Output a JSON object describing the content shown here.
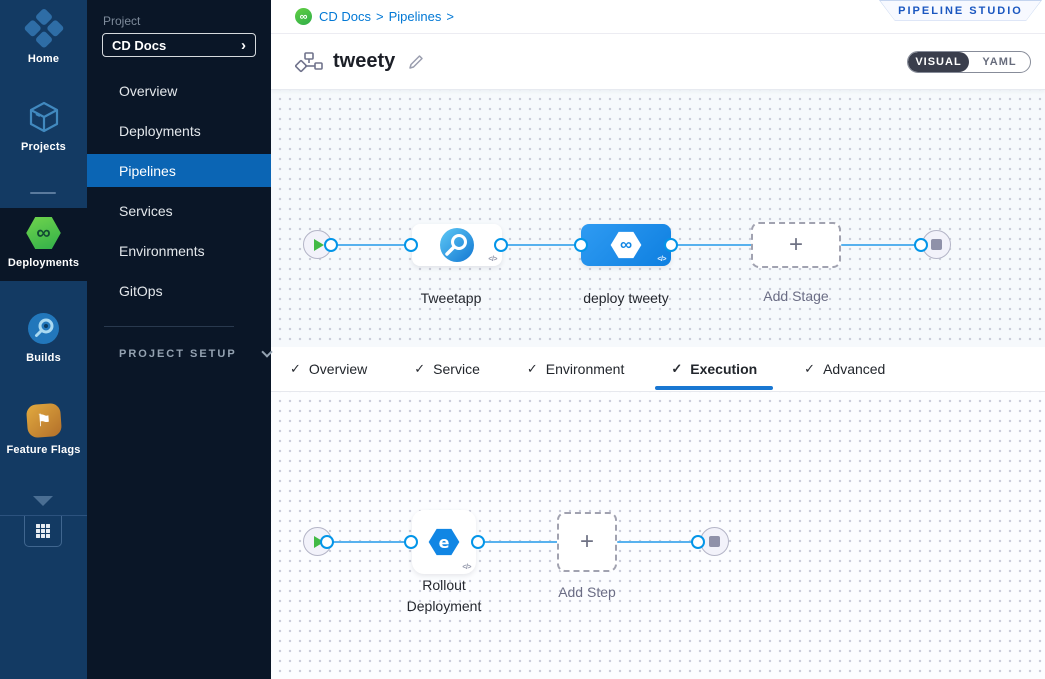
{
  "icons": {
    "infinity": "∞",
    "check": "✓",
    "plus": "+",
    "chevron_right": "›",
    "flag": "⚑",
    "code": "</>",
    "rollout": "e"
  },
  "rail": {
    "items": [
      {
        "label": "Home"
      },
      {
        "label": "Projects"
      },
      {
        "label": "Deployments"
      },
      {
        "label": "Builds"
      },
      {
        "label": "Feature Flags"
      }
    ]
  },
  "sidebar": {
    "project_label": "Project",
    "project_name": "CD Docs",
    "menu": [
      "Overview",
      "Deployments",
      "Pipelines",
      "Services",
      "Environments",
      "GitOps"
    ],
    "selected_item": "Pipelines",
    "project_setup": "PROJECT SETUP"
  },
  "header": {
    "breadcrumb_project": "CD Docs",
    "breadcrumb_section": "Pipelines",
    "crumb_sep": ">",
    "badge": "PIPELINE STUDIO",
    "pipeline_name": "tweety",
    "visual": "VISUAL",
    "yaml": "YAML"
  },
  "stages": {
    "stage1": "Tweetapp",
    "stage2": "deploy tweety",
    "add_stage": "Add Stage"
  },
  "tabs": [
    "Overview",
    "Service",
    "Environment",
    "Execution",
    "Advanced"
  ],
  "active_tab": "Execution",
  "steps": {
    "step1": "Rollout Deployment",
    "add_step": "Add Step"
  },
  "colors": {
    "accent": "#0278d5",
    "menu_selected": "#0b65b4",
    "connector": "#57b1ee",
    "node_selected": "#1186e4",
    "deploy_green": "#42ba45",
    "studio_text": "#1b57c0"
  }
}
